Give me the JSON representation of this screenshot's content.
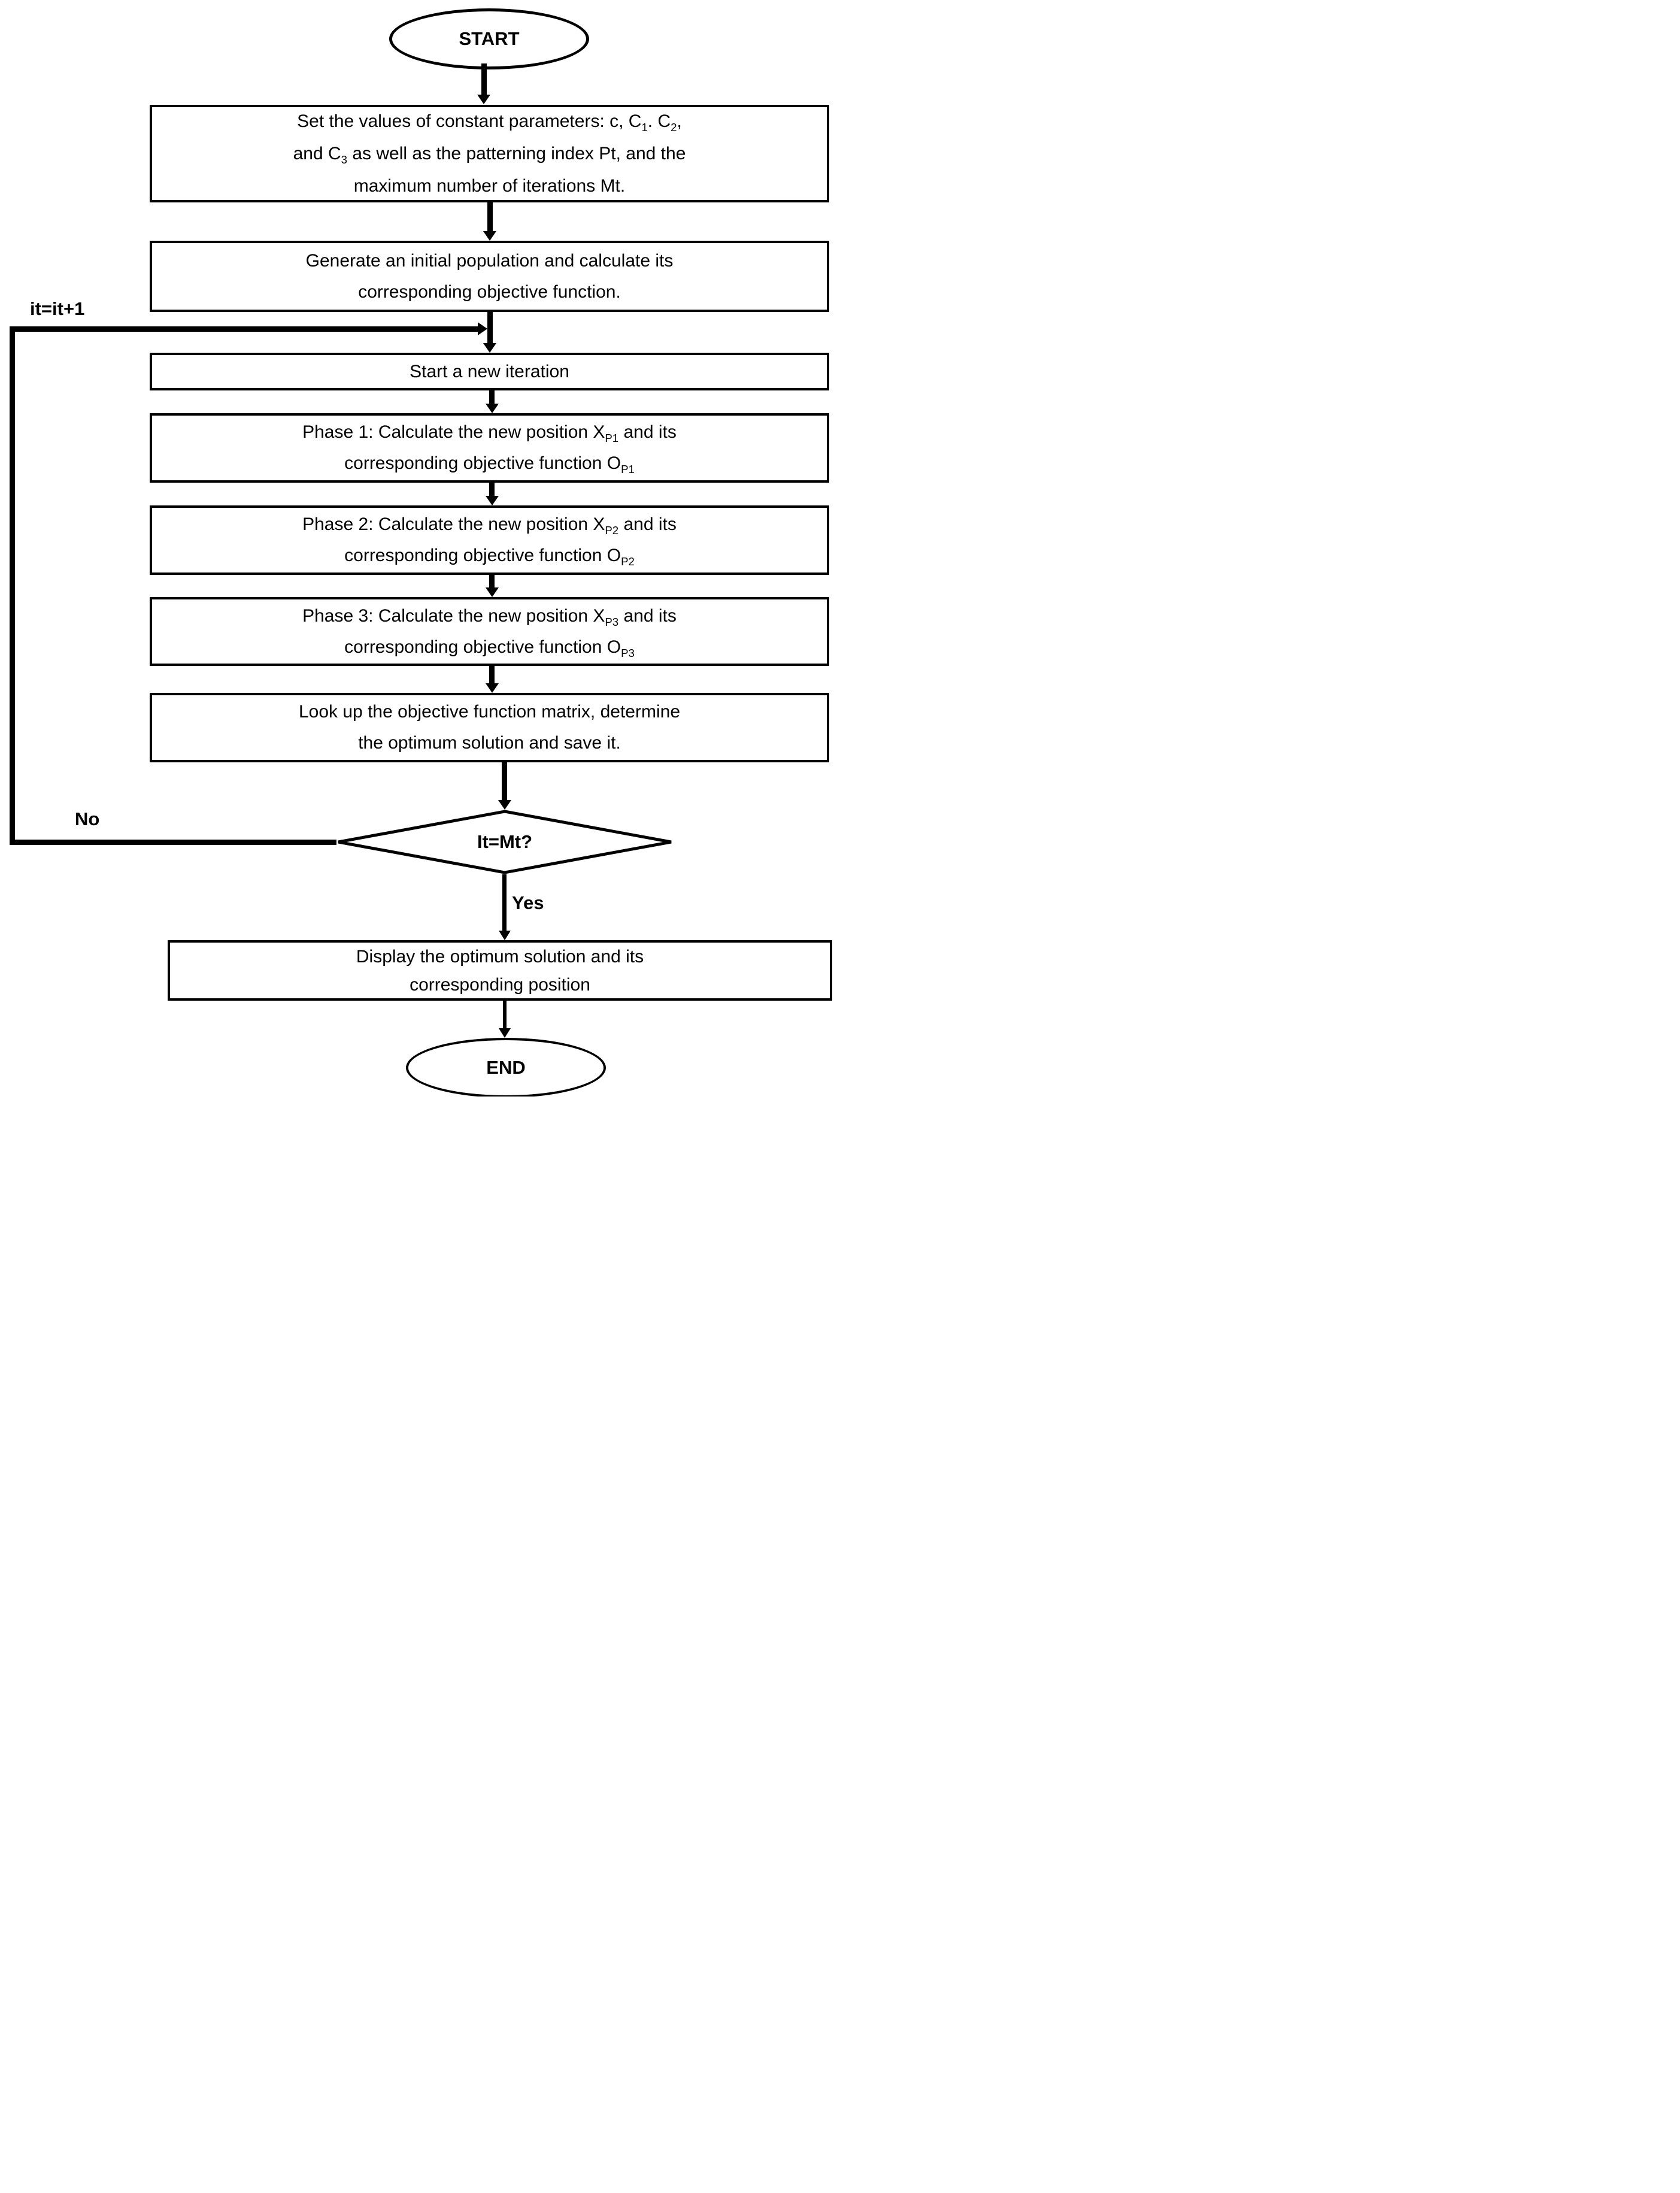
{
  "diagram": {
    "title_hint": "Optimization algorithm flowchart",
    "colors": {
      "stroke": "#000000",
      "background": "#ffffff"
    },
    "start_label": "START",
    "end_label": "END",
    "loop_increment_label": "it=it+1",
    "no_label": "No",
    "yes_label": "Yes",
    "decision_label": "It=Mt?",
    "boxes": {
      "set_params": {
        "l1a": "Set the values of constant parameters: c, C",
        "l1sub1": "1",
        "l1b": ". C",
        "l1sub2": "2",
        "l1c": ",",
        "l2a": "and C",
        "l2sub": "3",
        "l2b": " as well as the patterning index Pt, and the",
        "l3": "maximum number of iterations Mt."
      },
      "generate": {
        "l1": "Generate an initial population and calculate its",
        "l2": "corresponding objective function."
      },
      "start_iteration": {
        "l1": "Start a new iteration"
      },
      "phase1": {
        "l1a": "Phase 1: Calculate the new position X",
        "l1sub": "P1",
        "l1b": " and its",
        "l2a": "corresponding objective function O",
        "l2sub": "P1"
      },
      "phase2": {
        "l1a": "Phase 2: Calculate the new position X",
        "l1sub": "P2",
        "l1b": " and its",
        "l2a": "corresponding objective function O",
        "l2sub": "P2"
      },
      "phase3": {
        "l1a": "Phase 3: Calculate the new position X",
        "l1sub": "P3",
        "l1b": " and its",
        "l2a": "corresponding objective function O",
        "l2sub": "P3"
      },
      "lookup": {
        "l1": "Look up the objective function matrix, determine",
        "l2": "the optimum solution and save it."
      },
      "display": {
        "l1": "Display the optimum solution and its",
        "l2": "corresponding position"
      }
    }
  }
}
